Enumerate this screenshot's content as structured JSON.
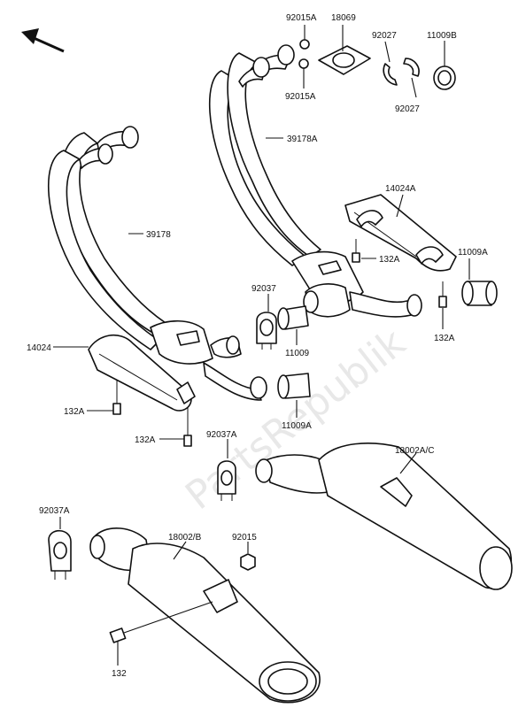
{
  "watermark": "PartsRepublik",
  "labels": {
    "l_92015A_top": "92015A",
    "l_18069": "18069",
    "l_92027_top": "92027",
    "l_11009B": "11009B",
    "l_92015A_mid": "92015A",
    "l_92027_low": "92027",
    "l_39178A": "39178A",
    "l_14024A": "14024A",
    "l_39178": "39178",
    "l_132A_right": "132A",
    "l_11009A_right": "11009A",
    "l_92037": "92037",
    "l_132A_far": "132A",
    "l_11009": "11009",
    "l_14024": "14024",
    "l_132A_left": "132A",
    "l_11009A_mid": "11009A",
    "l_132A_low": "132A",
    "l_92037A_mid": "92037A",
    "l_18002AC": "18002A/C",
    "l_92037A_left": "92037A",
    "l_18002B": "18002/B",
    "l_92015": "92015",
    "l_132": "132"
  }
}
